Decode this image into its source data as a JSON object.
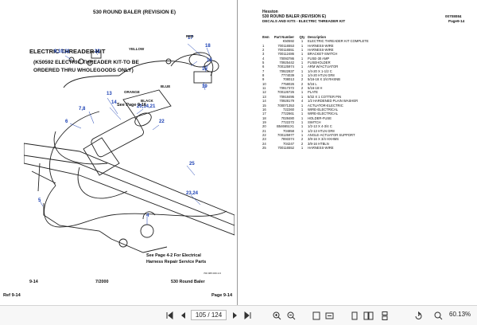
{
  "left_page": {
    "header": "530 ROUND BALER (REVISION E)",
    "kit_title": "ELECTRIC THREADER KIT",
    "kit_note_1": "(K50592 ELECTRIC THREADER KIT-TO BE",
    "kit_note_2": "ORDERED THRU WHOLEGOODS ONLY)",
    "see_page_1": "See Page 9-16",
    "see_page_2_l1": "See Page 4-2 For Electrical",
    "see_page_2_l2": "Harness Repair Service Parts",
    "small_code": "700 965 009 4-9",
    "footer_left": "9-14",
    "footer_mid": "7/2000",
    "footer_right": "530 Round Baler",
    "ref_left": "Ref  9-14",
    "ref_right": "Page  9-14",
    "callouts": {
      "c1": "9,10,11",
      "c2": "12",
      "c3": "17",
      "c4": "18",
      "c5": "15",
      "c6": "19",
      "c7": "13",
      "c8": "14",
      "c9": "7,8",
      "c10": "6",
      "c11": "20,14,21",
      "c12": "22",
      "c13": "25",
      "c14": "23,24",
      "c15": "5",
      "c16": "4",
      "c17": "16"
    },
    "wire_labels": {
      "red": "RED",
      "yellow": "YELLOW",
      "orange": "ORANGE",
      "black": "BLACK",
      "blue": "BLUE"
    }
  },
  "right_page": {
    "brand": "Hesston",
    "title": "530 ROUND BALER (REVISION E)",
    "subtitle": "DECALS AND KITS - ELECTRIC THREADER KIT",
    "doc_no": "00708084",
    "page_ref": "Page9-14",
    "columns": [
      "Item",
      "Part Number",
      "Qty",
      "Description"
    ],
    "rows": [
      [
        "",
        "K50592",
        "1",
        "ELECTRIC THREADER KIT COMPLETE"
      ],
      [
        "1",
        "700116553",
        "1",
        "HARNESS-WIRE"
      ],
      [
        "2",
        "700116551",
        "1",
        "HARNESS-WIRE"
      ],
      [
        "3",
        "700112486",
        "1",
        "BRACKET-SWITCH"
      ],
      [
        "4",
        "70093786",
        "1",
        "FUSE-30 AMP"
      ],
      [
        "5",
        "70925442",
        "1",
        "FUSEHOLDER"
      ],
      [
        "6",
        "700125974",
        "1",
        "ARM W/ACTUATOR"
      ],
      [
        "7",
        "70922837",
        "1",
        "1/4-20 X 1-1/2 C"
      ],
      [
        "8",
        "7774039",
        "1",
        "1/4-20 HTLN GR8"
      ],
      [
        "9",
        "708013",
        "2",
        "5/16-18 X 3/4 RHSNB"
      ],
      [
        "10",
        "7758026",
        "2",
        "5/16 L"
      ],
      [
        "11",
        "70917372",
        "2",
        "5/16-18 H"
      ],
      [
        "12",
        "700126726",
        "1",
        "PLATE"
      ],
      [
        "13",
        "70918495",
        "1",
        "5/32 X 1 COTTER PIN"
      ],
      [
        "14",
        "70928179",
        "4",
        "1/2 HARDENED PLAIN WASHER"
      ],
      [
        "15",
        "700071353",
        "1",
        "ACTUATOR-ELECTRIC"
      ],
      [
        "16",
        "722260",
        "1",
        "WIRE-ELECTRICAL"
      ],
      [
        "17",
        "7722661",
        "1",
        "WIRE-ELECTRICAL"
      ],
      [
        "18",
        "7028480",
        "1",
        "HOLDER-FUSE"
      ],
      [
        "19",
        "7722272",
        "1",
        "SWITCH"
      ],
      [
        "20",
        "B546651X1",
        "1",
        "1/2-13 X 4-3/4 C"
      ],
      [
        "21",
        "704858",
        "1",
        "1/2-13 HTLN GR8"
      ],
      [
        "22",
        "700125977",
        "1",
        "ANGLE-ACTUATOR SUPPORT"
      ],
      [
        "23",
        "7893374",
        "2",
        "3/8-16 X 3/4 HXHMS"
      ],
      [
        "24",
        "704247",
        "2",
        "3/8-16 HTBLN"
      ],
      [
        "25",
        "700116552",
        "1",
        "HARNESS-WIRE"
      ]
    ]
  },
  "toolbar": {
    "page_display": "105 / 124",
    "zoom": "60.13%",
    "icons": [
      "first-page-icon",
      "prev-page-icon",
      "next-page-icon",
      "last-page-icon",
      "zoom-in-icon",
      "zoom-out-icon",
      "fit-page-icon",
      "fit-width-icon",
      "single-page-icon",
      "two-page-icon"
    ]
  }
}
